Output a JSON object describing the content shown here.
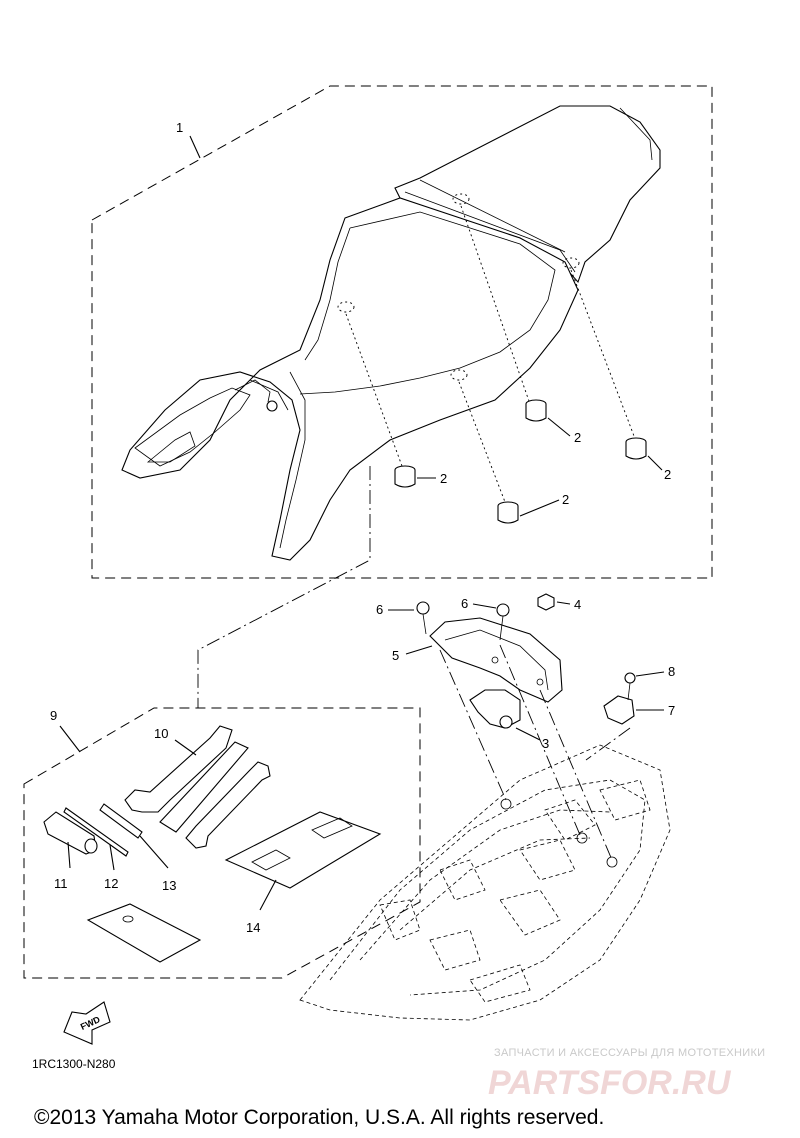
{
  "diagram": {
    "callouts": {
      "c1": "1",
      "c2a": "2",
      "c2b": "2",
      "c2c": "2",
      "c2d": "2",
      "c3": "3",
      "c4": "4",
      "c5": "5",
      "c6a": "6",
      "c6b": "6",
      "c7": "7",
      "c8": "8",
      "c9": "9",
      "c10": "10",
      "c11": "11",
      "c12": "12",
      "c13": "13",
      "c14": "14"
    },
    "fwd_label": "FWD",
    "diagram_code": "1RC1300-N280"
  },
  "watermark": {
    "tagline": "ЗАПЧАСТИ И АКСЕССУАРЫ ДЛЯ МОТОТЕХНИКИ",
    "logo_text": "PARTSFOR.RU",
    "logo_color": "#f0d6d6"
  },
  "footer": {
    "copyright": "©2013 Yamaha Motor Corporation, U.S.A. All rights reserved."
  }
}
